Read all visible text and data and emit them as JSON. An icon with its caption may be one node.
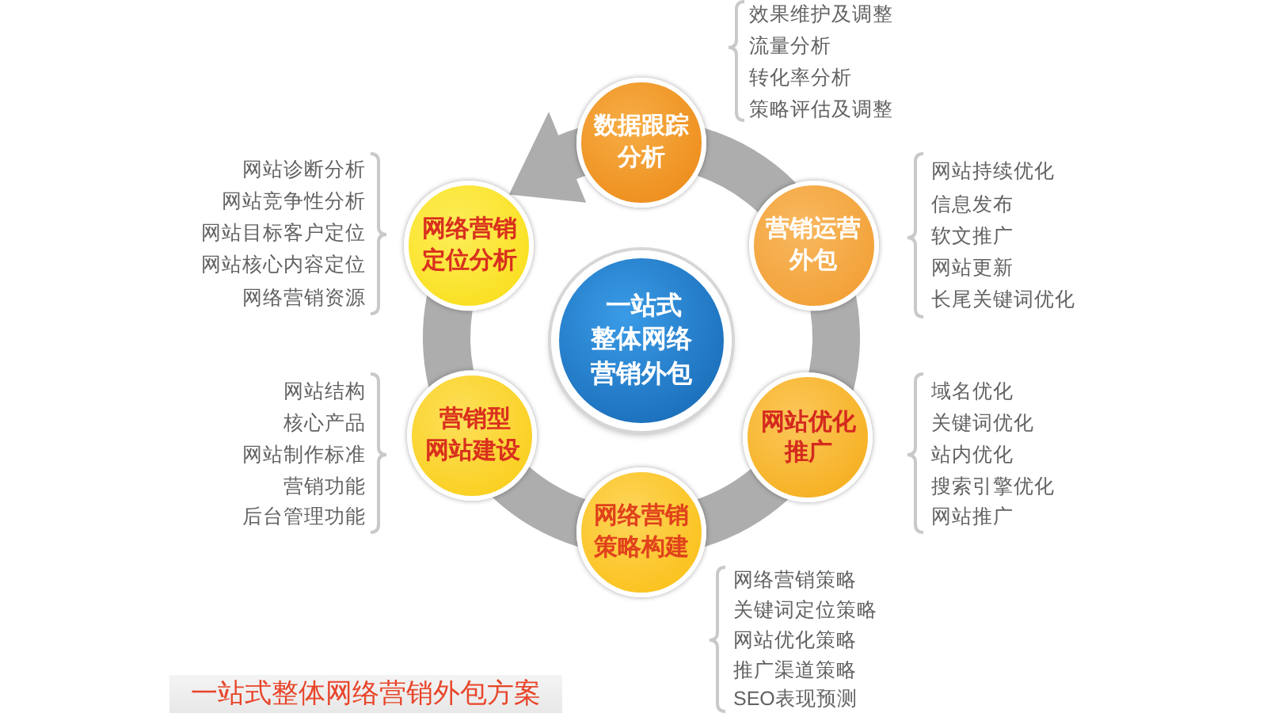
{
  "diagram": {
    "title": "一站式整体网络营销外包方案",
    "nodes": [
      {
        "text": [
          "数据跟踪分析"
        ],
        "beside": [
          "效果维护及调整",
          "流量分析",
          "转化率分析",
          "策略评估及调整"
        ]
      },
      {
        "text": [
          "网络营销定位分析"
        ],
        "beside": [
          "网站诊断分析",
          "网站竞争性分析",
          "网站目标客户定位",
          "网站核心内容定位",
          "网络营销资源"
        ]
      },
      {
        "text": [
          "营销运营外包"
        ],
        "beside": [
          "网站持续优化",
          "信息发布",
          "软文推广",
          "网站更新",
          "长尾关键词优化"
        ]
      },
      {
        "text": [
          "一站式整体网络营销外包"
        ]
      },
      {
        "text": [
          "营销型网站建设"
        ],
        "beside": [
          "网站结构",
          "核心产品",
          "网站制作标准",
          "营销功能",
          "后台管理功能"
        ]
      },
      {
        "text": [
          "网站优化推广"
        ],
        "beside": [
          "域名优化",
          "关键词优化",
          "站内优化",
          "搜索引擎优化",
          "网站推广"
        ]
      },
      {
        "text": [
          "网络营销策略构建"
        ],
        "beside": [
          "网络营销策略",
          "关键词定位策略",
          "网站优化策略",
          "推广渠道策略",
          "SEO表现预测"
        ]
      }
    ],
    "edges": [
      {
        "from": 0,
        "to": 1,
        "arrow": "to"
      },
      {
        "from": 1,
        "to": 4,
        "arrow": "none"
      },
      {
        "from": 4,
        "to": 6,
        "arrow": "none"
      },
      {
        "from": 6,
        "to": 5,
        "arrow": "none"
      },
      {
        "from": 5,
        "to": 2,
        "arrow": "none"
      },
      {
        "from": 2,
        "to": 0,
        "arrow": "none"
      }
    ]
  }
}
